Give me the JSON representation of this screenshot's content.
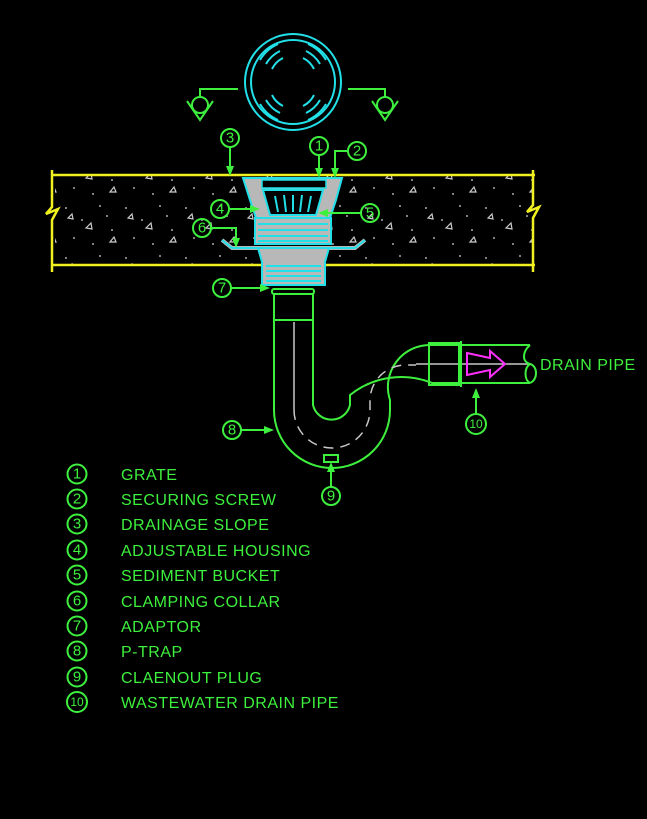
{
  "title": "Floor drain with P-trap detail",
  "callout_label": "DRAIN PIPE",
  "legend": [
    {
      "num": "1",
      "label": "GRATE"
    },
    {
      "num": "2",
      "label": "SECURING SCREW"
    },
    {
      "num": "3",
      "label": "DRAINAGE SLOPE"
    },
    {
      "num": "4",
      "label": "ADJUSTABLE HOUSING"
    },
    {
      "num": "5",
      "label": "SEDIMENT BUCKET"
    },
    {
      "num": "6",
      "label": "CLAMPING COLLAR"
    },
    {
      "num": "7",
      "label": "ADAPTOR"
    },
    {
      "num": "8",
      "label": "P-TRAP"
    },
    {
      "num": "9",
      "label": "CLAENOUT PLUG"
    },
    {
      "num": "10",
      "label": "WASTEWATER DRAIN PIPE"
    }
  ],
  "colors": {
    "background": "#000000",
    "annotation": "#3ef03e",
    "slab": "#f0f020",
    "drain_body": "#22e0e8",
    "flow_arrow": "#ff30ff"
  }
}
